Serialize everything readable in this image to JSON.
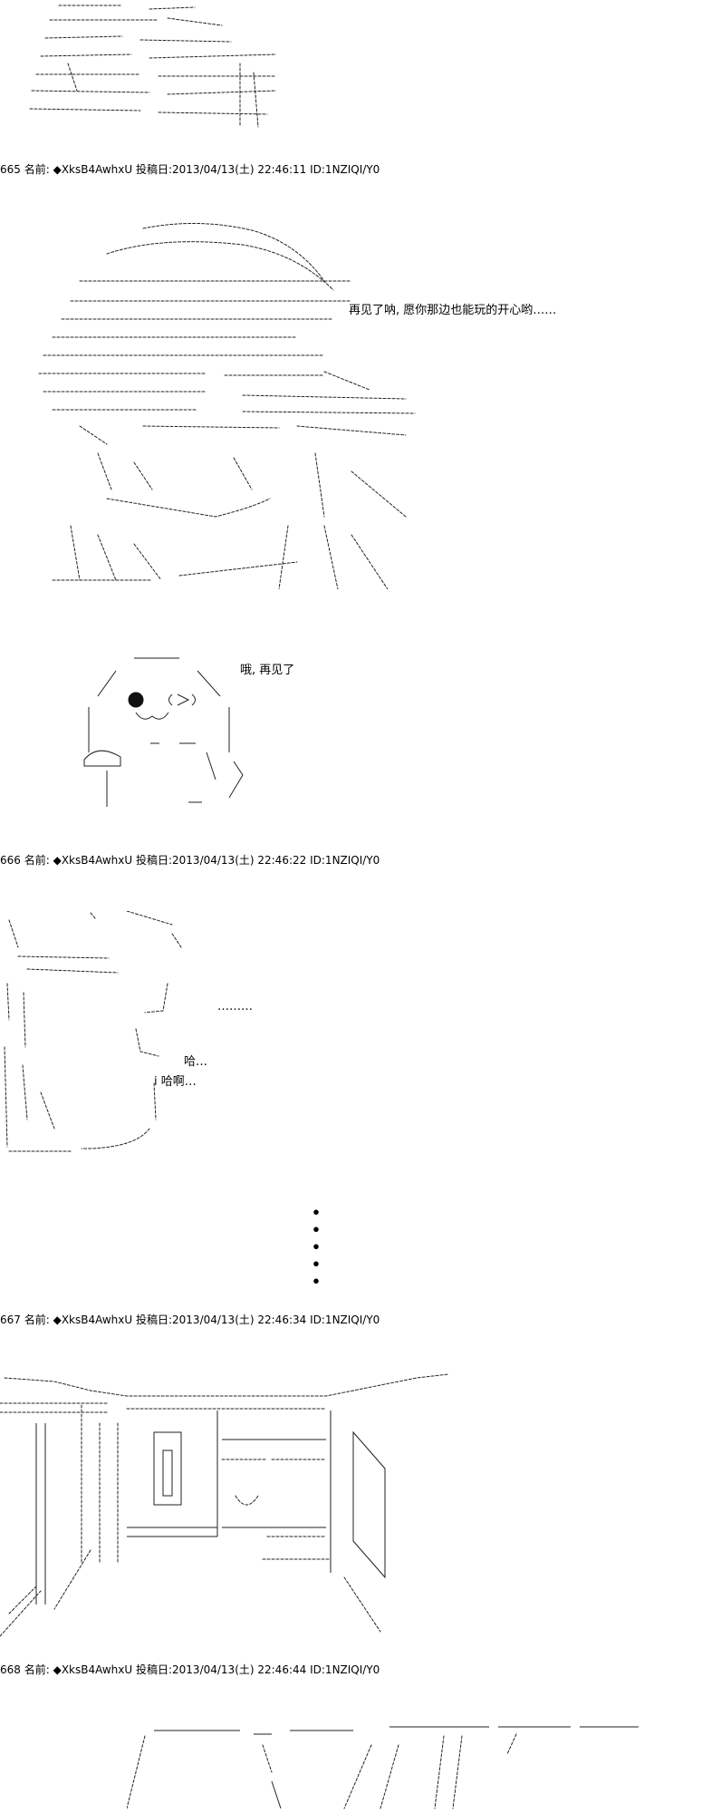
{
  "posts": [
    {
      "number": "665",
      "name_label": "名前:",
      "trip": "◆XksB4AwhxU",
      "date_label": "投稿日:",
      "date": "2013/04/13(土) 22:46:11",
      "id": "ID:1NZIQI/Y0"
    },
    {
      "number": "666",
      "name_label": "名前:",
      "trip": "◆XksB4AwhxU",
      "date_label": "投稿日:",
      "date": "2013/04/13(土) 22:46:22",
      "id": "ID:1NZIQI/Y0"
    },
    {
      "number": "667",
      "name_label": "名前:",
      "trip": "◆XksB4AwhxU",
      "date_label": "投稿日:",
      "date": "2013/04/13(土) 22:46:34",
      "id": "ID:1NZIQI/Y0"
    },
    {
      "number": "668",
      "name_label": "名前:",
      "trip": "◆XksB4AwhxU",
      "date_label": "投稿日:",
      "date": "2013/04/13(土) 22:46:44",
      "id": "ID:1NZIQI/Y0"
    }
  ],
  "dialogue": {
    "line1": "再见了呐, 愿你那边也能玩的开心哟……",
    "line2": "哦, 再见了",
    "line3": "………",
    "line4": "哈…",
    "line5": "i 哈啊…"
  },
  "separator": {
    "dot": "・"
  }
}
